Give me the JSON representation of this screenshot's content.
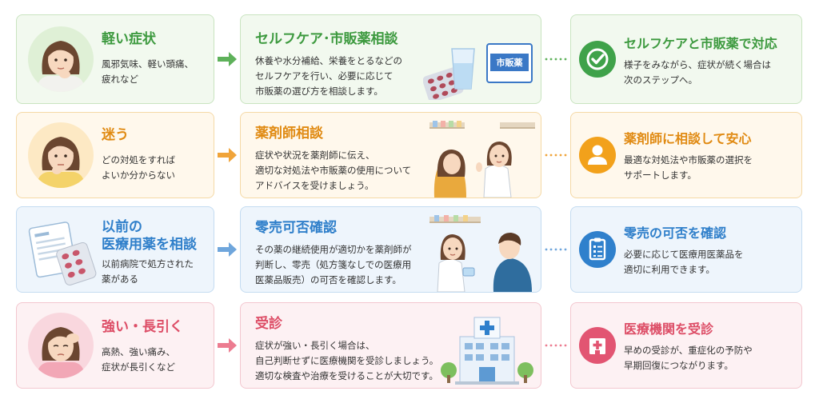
{
  "rows": [
    {
      "situation": {
        "title": "軽い症状",
        "body": "風邪気味、軽い頭痛、\n疲れなど"
      },
      "action": {
        "title": "セルフケア･市販薬相談",
        "body": "休養や水分補給、栄養をとるなどの\nセルフケアを行い、必要に応じて\n市販薬の選び方を相談します。",
        "label": "市販薬"
      },
      "outcome": {
        "title": "セルフケアと市販薬で対応",
        "body": "様子をみながら、症状が続く場合は\n次のステップへ。"
      }
    },
    {
      "situation": {
        "title": "迷う",
        "body": "どの対処をすれば\nよいか分からない"
      },
      "action": {
        "title": "薬剤師相談",
        "body": "症状や状況を薬剤師に伝え、\n適切な対処法や市販薬の使用について\nアドバイスを受けましょう。"
      },
      "outcome": {
        "title": "薬剤師に相談して安心",
        "body": "最適な対処法や市販薬の選択を\nサポートします。"
      }
    },
    {
      "situation": {
        "title": "以前の\n医療用薬を相談",
        "body": "以前病院で処方された\n薬がある"
      },
      "action": {
        "title": "零売可否確認",
        "body": "その薬の継続使用が適切かを薬剤師が\n判断し、零売（処方箋なしでの医療用\n医薬品販売）の可否を確認します。"
      },
      "outcome": {
        "title": "零売の可否を確認",
        "body": "必要に応じて医療用医薬品を\n適切に利用できます。"
      }
    },
    {
      "situation": {
        "title": "強い・長引く",
        "body": "高熱、強い痛み、\n症状が長引くなど"
      },
      "action": {
        "title": "受診",
        "body": "症状が強い・長引く場合は、\n自己判断せずに医療機関を受診しましょう。\n適切な検査や治療を受けることが大切です。"
      },
      "outcome": {
        "title": "医療機関を受診",
        "body": "早めの受診が、重症化の予防や\n早期回復につながります。"
      }
    }
  ],
  "colors": {
    "green": "#3d9a3f",
    "orange": "#e08a12",
    "blue": "#2f7fca",
    "pink": "#dd4d66"
  }
}
